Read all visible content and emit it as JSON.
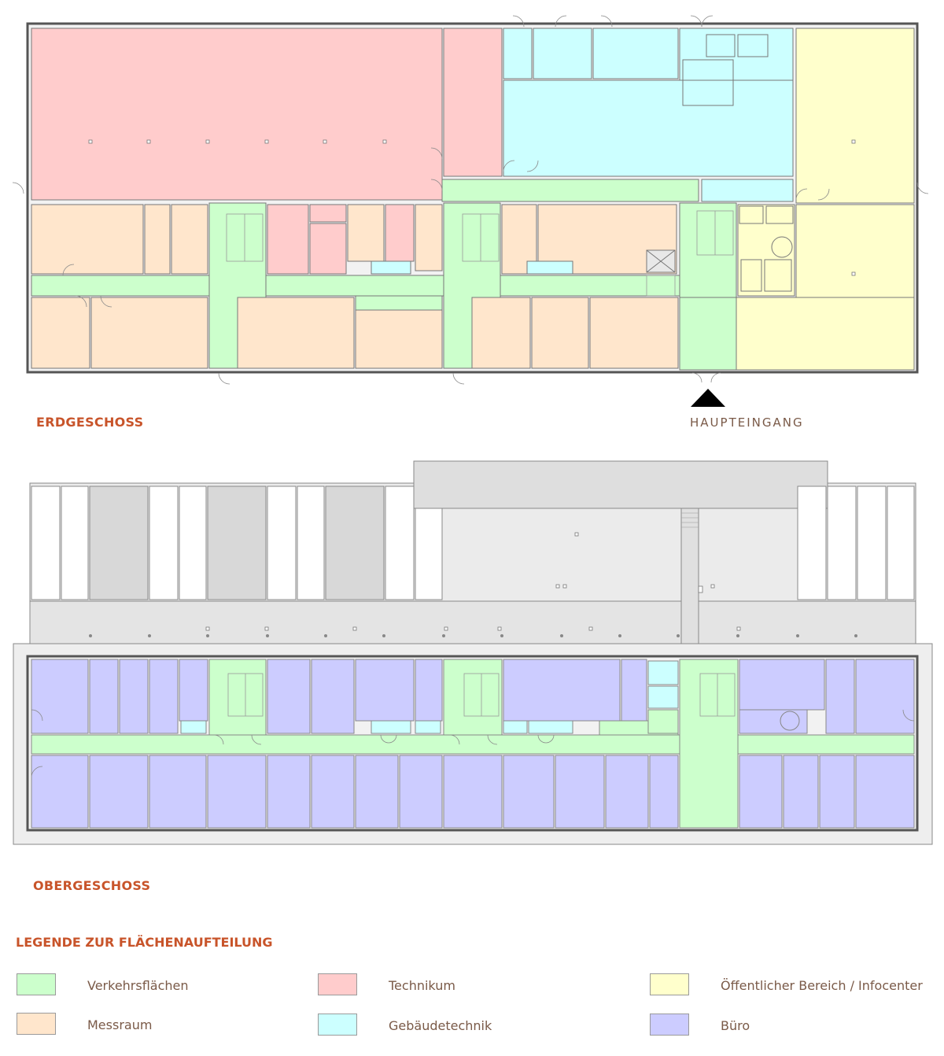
{
  "floors": {
    "ground": {
      "title": "ERDGESCHOSS",
      "entrance_label": "HAUPTEINGANG"
    },
    "upper": {
      "title": "OBERGESCHOSS"
    }
  },
  "legend": {
    "title": "LEGENDE ZUR FLÄCHENAUFTEILUNG",
    "items": [
      {
        "key": "verkehr",
        "label": "Verkehrsflächen",
        "color": "#ccffcc"
      },
      {
        "key": "technikum",
        "label": "Technikum",
        "color": "#ffcccc"
      },
      {
        "key": "oeffentlich",
        "label": "Öffentlicher Bereich /  Infocenter",
        "color": "#ffffcc"
      },
      {
        "key": "messraum",
        "label": "Messraum",
        "color": "#ffe6cc"
      },
      {
        "key": "gebaeude",
        "label": "Gebäudetechnik",
        "color": "#ccffff"
      },
      {
        "key": "buero",
        "label": "Büro",
        "color": "#ccccff"
      }
    ]
  }
}
